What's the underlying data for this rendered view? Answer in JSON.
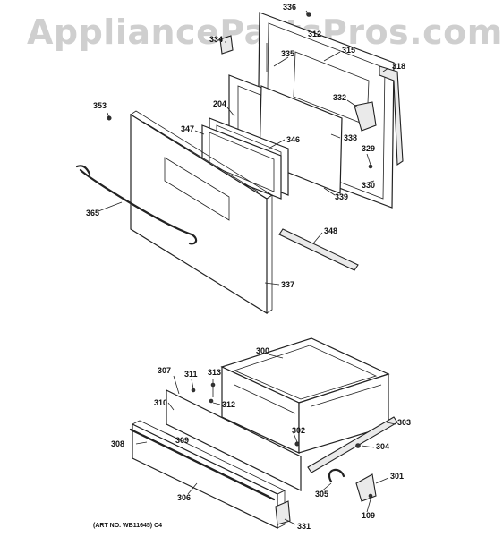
{
  "watermark": "AppliancePartsPros.com",
  "art_number": "(ART NO. WB11645) C4",
  "callouts": {
    "p336": "336",
    "p312a": "312",
    "p334": "334",
    "p335": "335",
    "p315": "315",
    "p318": "318",
    "p332": "332",
    "p353": "353",
    "p204": "204",
    "p347": "347",
    "p346": "346",
    "p338": "338",
    "p329": "329",
    "p330": "330",
    "p339": "339",
    "p365": "365",
    "p348": "348",
    "p337": "337",
    "p300": "300",
    "p307": "307",
    "p311": "311",
    "p313": "313",
    "p312b": "312",
    "p310": "310",
    "p302": "302",
    "p303": "303",
    "p308": "308",
    "p309": "309",
    "p304": "304",
    "p301": "301",
    "p306": "306",
    "p305": "305",
    "p109": "109",
    "p331": "331"
  }
}
